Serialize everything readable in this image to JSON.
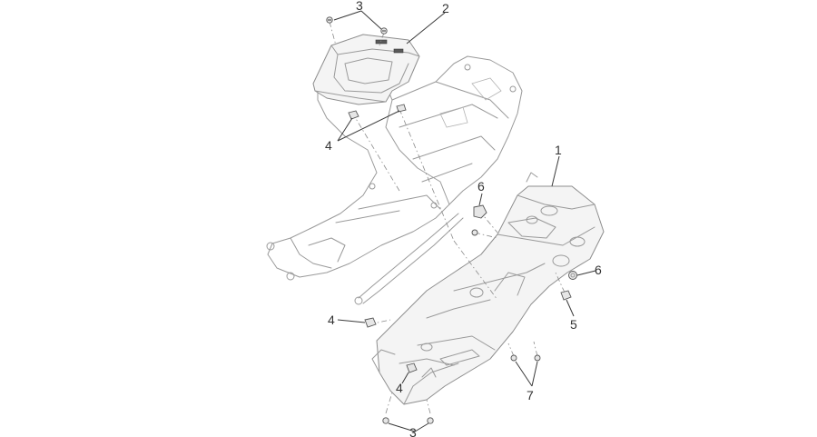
{
  "callouts": [
    {
      "id": "c1",
      "label": "1"
    },
    {
      "id": "c2",
      "label": "2"
    },
    {
      "id": "c3a",
      "label": "3"
    },
    {
      "id": "c3b",
      "label": "3"
    },
    {
      "id": "c4a",
      "label": "4"
    },
    {
      "id": "c4b",
      "label": "4"
    },
    {
      "id": "c4c",
      "label": "4"
    },
    {
      "id": "c5",
      "label": "5"
    },
    {
      "id": "c6a",
      "label": "6"
    },
    {
      "id": "c6b",
      "label": "6"
    },
    {
      "id": "c7",
      "label": "7"
    }
  ],
  "colors": {
    "line": "#9a9a9a",
    "label": "#333333",
    "background": "#ffffff"
  }
}
